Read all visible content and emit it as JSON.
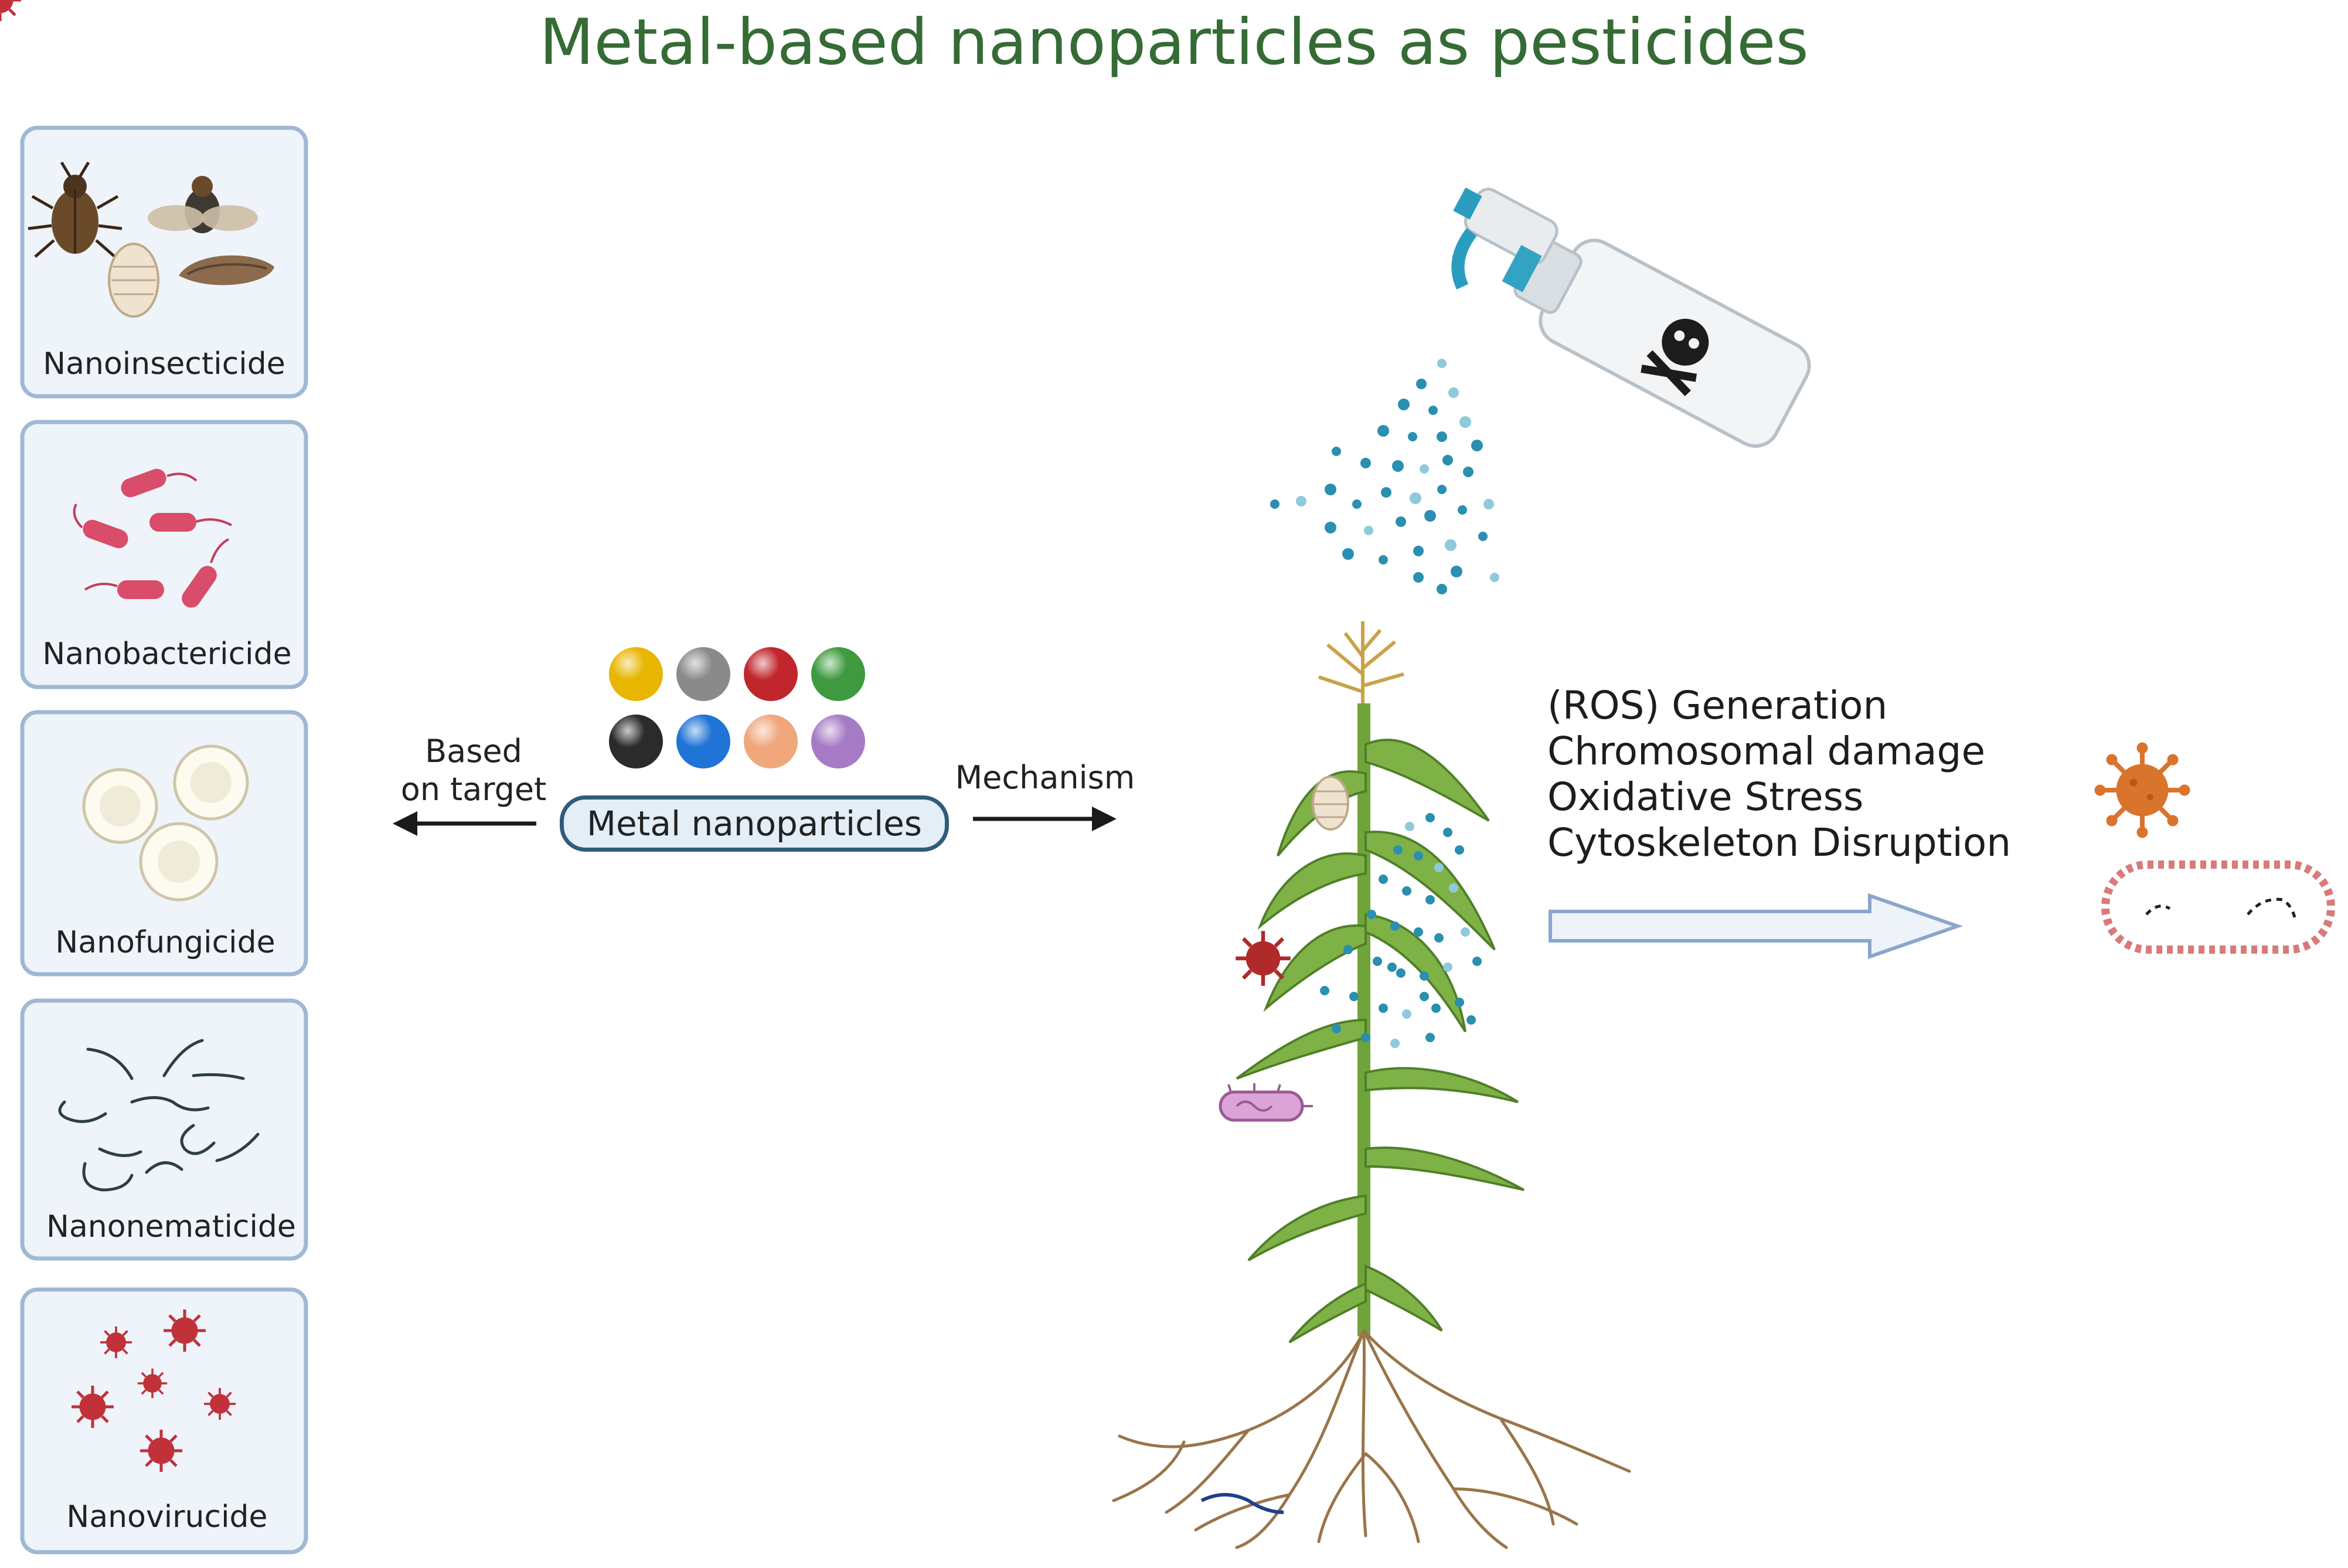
{
  "title": "Metal-based nanoparticles as pesticides",
  "categories": [
    {
      "label": "Nanoinsecticide",
      "icon": "insect-icon"
    },
    {
      "label": "Nanobactericide",
      "icon": "bacteria-icon"
    },
    {
      "label": "Nanofungicide",
      "icon": "fungus-icon"
    },
    {
      "label": "Nanonematicide",
      "icon": "nematode-icon"
    },
    {
      "label": "Nanovirucide",
      "icon": "virus-icon"
    }
  ],
  "center": {
    "label": "Metal nanoparticles",
    "particle_colors": [
      "#e8b500",
      "#8a8a8a",
      "#c0262c",
      "#3f9a3f",
      "#2b2b2b",
      "#1f74d6",
      "#f0a77c",
      "#a67bc5"
    ]
  },
  "arrows": {
    "left_label_line1": "Based",
    "left_label_line2": "on target",
    "right_label": "Mechanism"
  },
  "mechanisms": [
    "(ROS) Generation",
    "Chromosomal damage",
    "Oxidative Stress",
    "Cytoskeleton Disruption"
  ],
  "colors": {
    "title": "#356b35",
    "panel_border": "#9fb8d4",
    "panel_fill": "#eef4fa",
    "spray_dot": "#2a8fb0",
    "pathogen_red": "#b02a2a",
    "virus_orange": "#d9742c"
  }
}
